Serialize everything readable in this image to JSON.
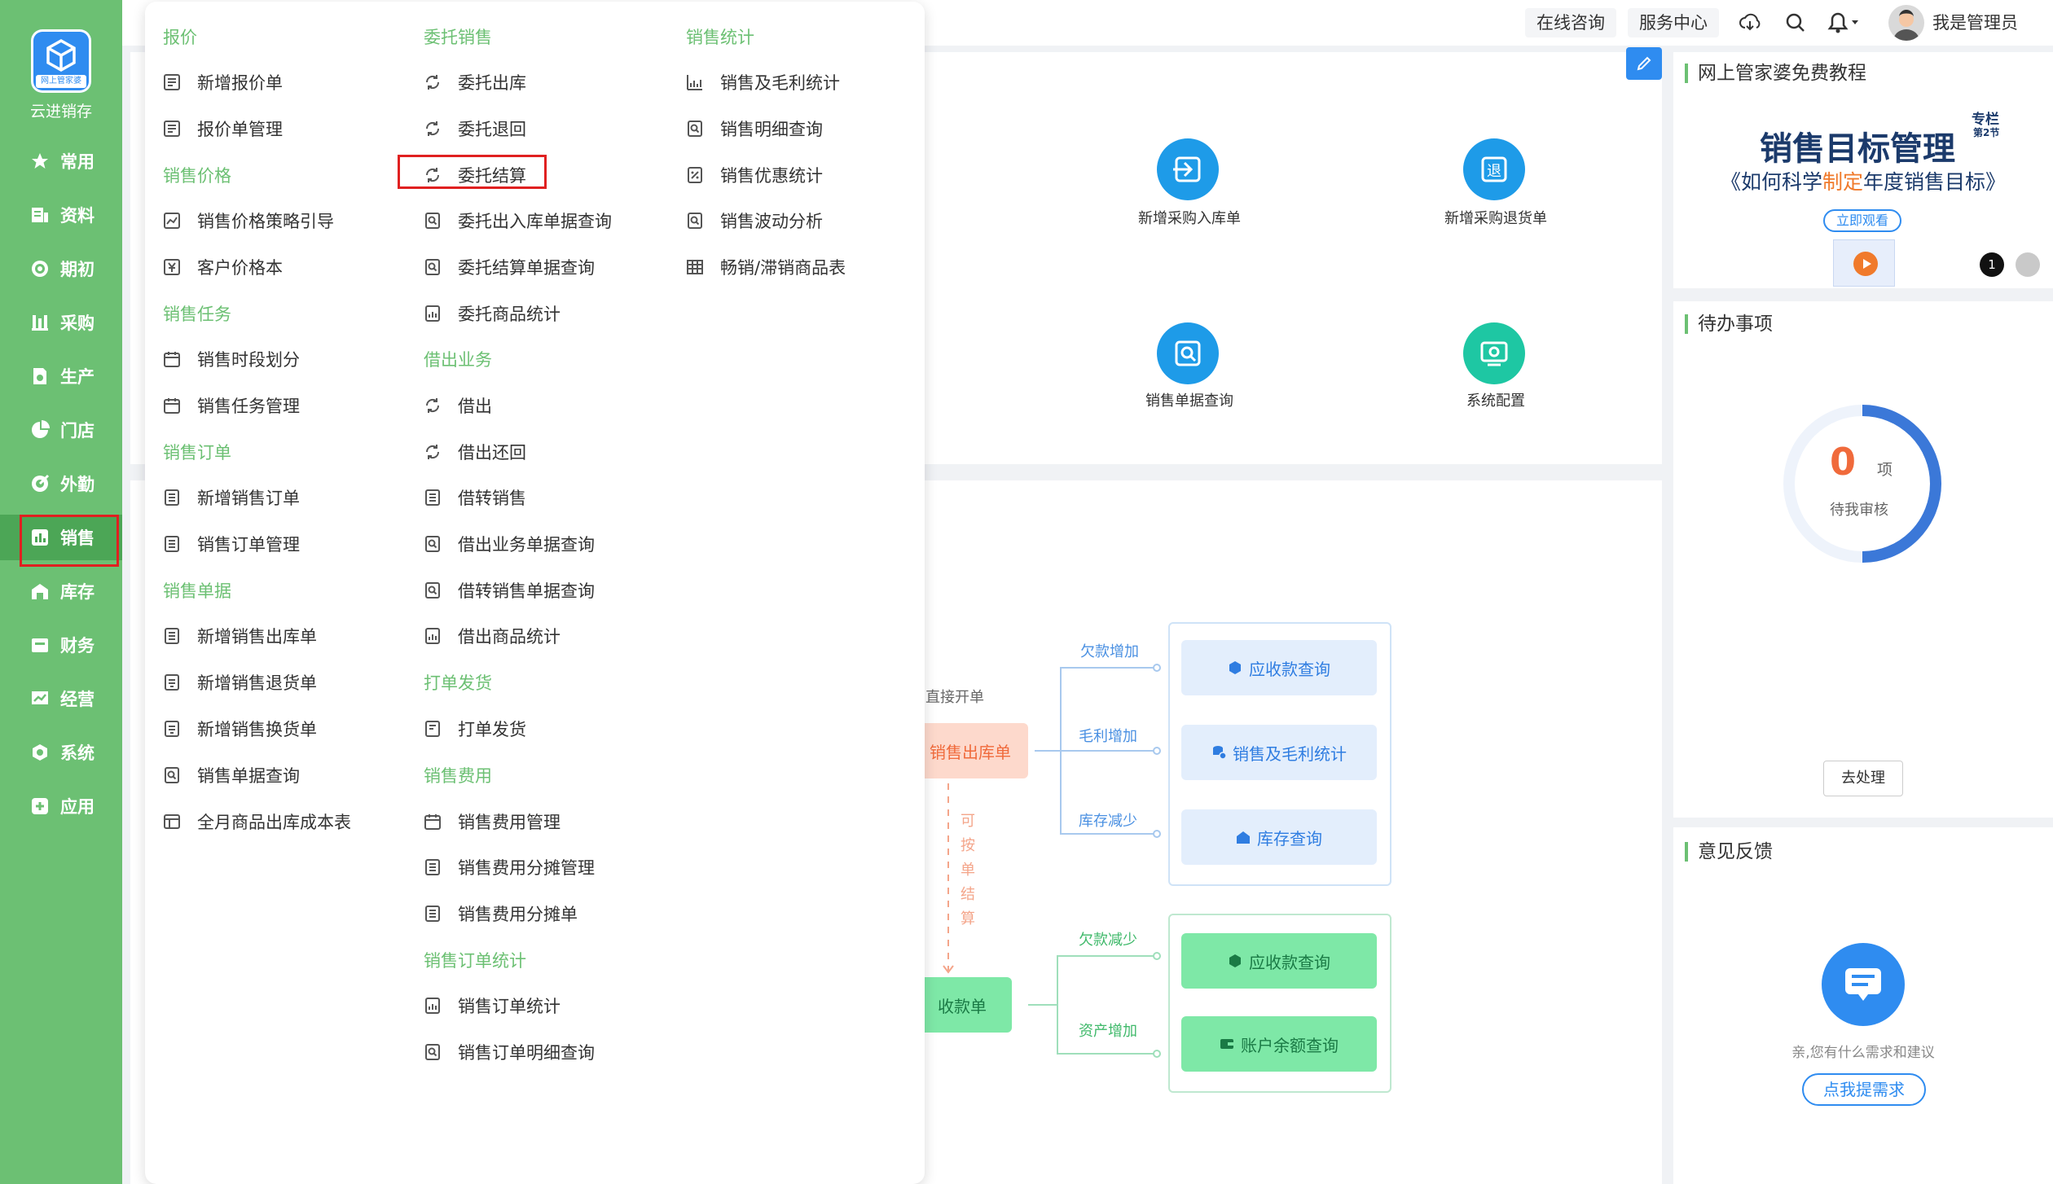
{
  "app": {
    "logo_badge": "网上管家婆",
    "logo_text": "云进销存"
  },
  "sidebar": {
    "items": [
      {
        "label": "常用",
        "icon": "star-icon"
      },
      {
        "label": "资料",
        "icon": "profile-icon"
      },
      {
        "label": "期初",
        "icon": "target-icon"
      },
      {
        "label": "采购",
        "icon": "purchase-icon"
      },
      {
        "label": "生产",
        "icon": "production-icon"
      },
      {
        "label": "门店",
        "icon": "store-icon"
      },
      {
        "label": "外勤",
        "icon": "field-icon"
      },
      {
        "label": "销售",
        "icon": "sales-icon"
      },
      {
        "label": "库存",
        "icon": "warehouse-icon"
      },
      {
        "label": "财务",
        "icon": "finance-icon"
      },
      {
        "label": "经营",
        "icon": "business-icon"
      },
      {
        "label": "系统",
        "icon": "settings-icon"
      },
      {
        "label": "应用",
        "icon": "apps-icon"
      }
    ],
    "active": "销售"
  },
  "topbar": {
    "consult": "在线咨询",
    "service": "服务中心",
    "user": "我是管理员"
  },
  "menu": {
    "col1": {
      "groups": [
        {
          "title": "报价",
          "items": [
            "新增报价单",
            "报价单管理"
          ]
        },
        {
          "title": "销售价格",
          "items": [
            "销售价格策略引导",
            "客户价格本"
          ]
        },
        {
          "title": "销售任务",
          "items": [
            "销售时段划分",
            "销售任务管理"
          ]
        },
        {
          "title": "销售订单",
          "items": [
            "新增销售订单",
            "销售订单管理"
          ]
        },
        {
          "title": "销售单据",
          "items": [
            "新增销售出库单",
            "新增销售退货单",
            "新增销售换货单",
            "销售单据查询",
            "全月商品出库成本表"
          ]
        }
      ]
    },
    "col2": {
      "groups": [
        {
          "title": "委托销售",
          "items": [
            "委托出库",
            "委托退回",
            "委托结算",
            "委托出入库单据查询",
            "委托结算单据查询",
            "委托商品统计"
          ]
        },
        {
          "title": "借出业务",
          "items": [
            "借出",
            "借出还回",
            "借转销售",
            "借出业务单据查询",
            "借转销售单据查询",
            "借出商品统计"
          ]
        },
        {
          "title": "打单发货",
          "items": [
            "打单发货"
          ]
        },
        {
          "title": "销售费用",
          "items": [
            "销售费用管理",
            "销售费用分摊管理",
            "销售费用分摊单"
          ]
        },
        {
          "title": "销售订单统计",
          "items": [
            "销售订单统计",
            "销售订单明细查询"
          ]
        }
      ]
    },
    "col3": {
      "groups": [
        {
          "title": "销售统计",
          "items": [
            "销售及毛利统计",
            "销售明细查询",
            "销售优惠统计",
            "销售波动分析",
            "畅销/滞销商品表"
          ]
        }
      ]
    }
  },
  "quick": {
    "items": [
      "新增采购入库单",
      "新增采购退货单",
      "销售单据查询",
      "系统配置"
    ]
  },
  "flow": {
    "direct": "直接开单",
    "outbound": "销售出库单",
    "receipt": "收款单",
    "settle_note": [
      "可",
      "按",
      "单",
      "结",
      "算"
    ],
    "labels_top": [
      "欠款增加",
      "毛利增加",
      "库存减少"
    ],
    "labels_bottom": [
      "欠款减少",
      "资产增加"
    ],
    "buttons_top": [
      "应收款查询",
      "销售及毛利统计",
      "库存查询"
    ],
    "buttons_bottom": [
      "应收款查询",
      "账户余额查询"
    ]
  },
  "tutorial": {
    "title": "网上管家婆免费教程",
    "tag1": "专栏",
    "tag2": "第2节",
    "headline": "销售目标管理",
    "sub_pre": "《如何科学",
    "sub_em": "制定",
    "sub_post": "年度销售目标》",
    "watch": "立即观看",
    "page1": "1"
  },
  "todo": {
    "title": "待办事项",
    "count": "0",
    "unit": "项",
    "label": "待我审核",
    "button": "去处理"
  },
  "feedback": {
    "title": "意见反馈",
    "prompt": "亲,您有什么需求和建议",
    "button": "点我提需求"
  },
  "colors": {
    "brand_green": "#6cc073",
    "accent_blue": "#2f8cf0",
    "highlight_red": "#e02020"
  }
}
